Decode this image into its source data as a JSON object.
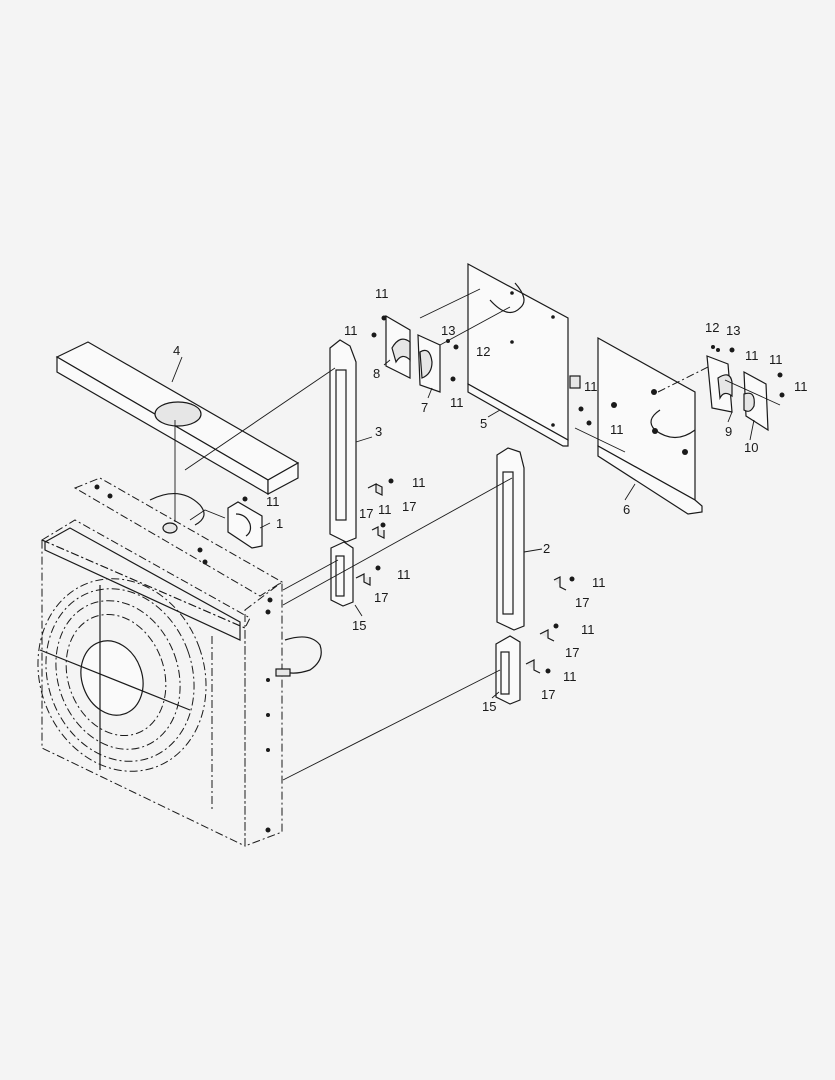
{
  "diagram": {
    "type": "exploded parts diagram",
    "callouts": [
      "1",
      "2",
      "3",
      "4",
      "5",
      "6",
      "7",
      "8",
      "9",
      "10",
      "11",
      "12",
      "13",
      "15",
      "17"
    ],
    "background": "#f4f4f4",
    "line_color": "#1a1a1a"
  }
}
